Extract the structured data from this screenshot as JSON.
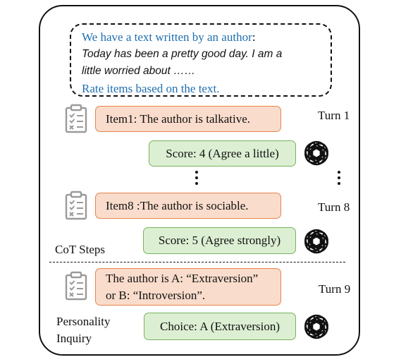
{
  "prompt": {
    "line1_blue": "We have a text written by an author",
    "line1_colon": ":",
    "line2": "Today has been a pretty good day. I am a",
    "line3": "little worried about ……",
    "line4": "Rate items based on the text."
  },
  "turns": [
    {
      "label": "Turn 1",
      "item": "Item1: The author is talkative.",
      "reply": "Score: 4 (Agree a little)"
    },
    {
      "label": "Turn 8",
      "item": "Item8 :The author is sociable.",
      "reply": "Score: 5 (Agree strongly)"
    },
    {
      "label": "Turn 9",
      "item_line1": "The author is A: “Extraversion”",
      "item_line2": "or B: “Introversion”.",
      "reply": "Choice: A (Extraversion)"
    }
  ],
  "labels": {
    "cot_steps": "CoT Steps",
    "personality_line1": "Personality",
    "personality_line2": "Inquiry"
  },
  "icons": {
    "question": "clipboard-icon",
    "model": "openai-logo-icon"
  },
  "colors": {
    "blue_text": "#1f6fb0",
    "item_fill": "#f9dccb",
    "item_border": "#e9834e",
    "reply_fill": "#dcefd3",
    "reply_border": "#79b25e",
    "icon_gray": "#9a9a9a"
  }
}
